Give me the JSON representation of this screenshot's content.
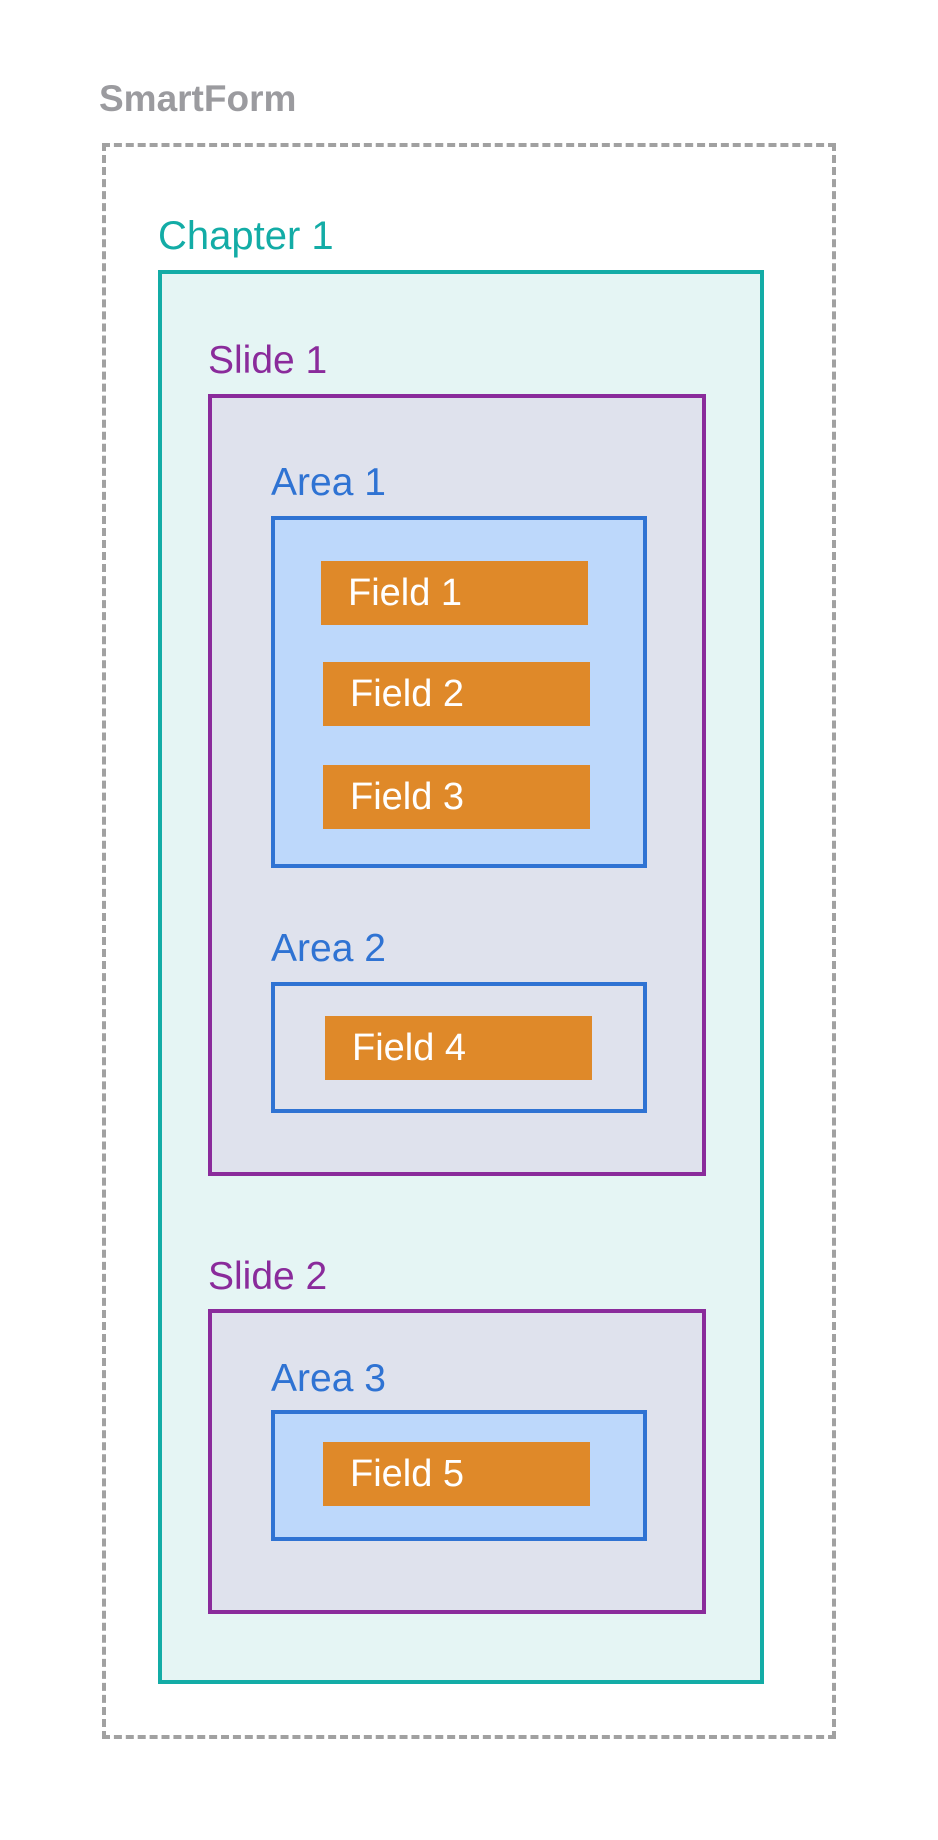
{
  "diagram": {
    "title": "SmartForm",
    "chapter": {
      "label": "Chapter 1"
    },
    "slides": [
      {
        "label": "Slide 1",
        "areas": [
          {
            "label": "Area 1",
            "fields": [
              "Field 1",
              "Field 2",
              "Field 3"
            ]
          },
          {
            "label": "Area 2",
            "fields": [
              "Field 4"
            ]
          }
        ]
      },
      {
        "label": "Slide 2",
        "areas": [
          {
            "label": "Area 3",
            "fields": [
              "Field 5"
            ]
          }
        ]
      }
    ]
  },
  "colors": {
    "smartform_border": "#a1a1a1",
    "smartform_title": "#9b9b9f",
    "chapter": "#13aca6",
    "chapter_fill": "#e5f5f4",
    "slide": "#8a2b9b",
    "slide_fill": "#dfe2ed",
    "area": "#2f73d3",
    "area_fill": "#bdd8fb",
    "field_fill": "#df8929",
    "field_text": "#ffffff"
  }
}
